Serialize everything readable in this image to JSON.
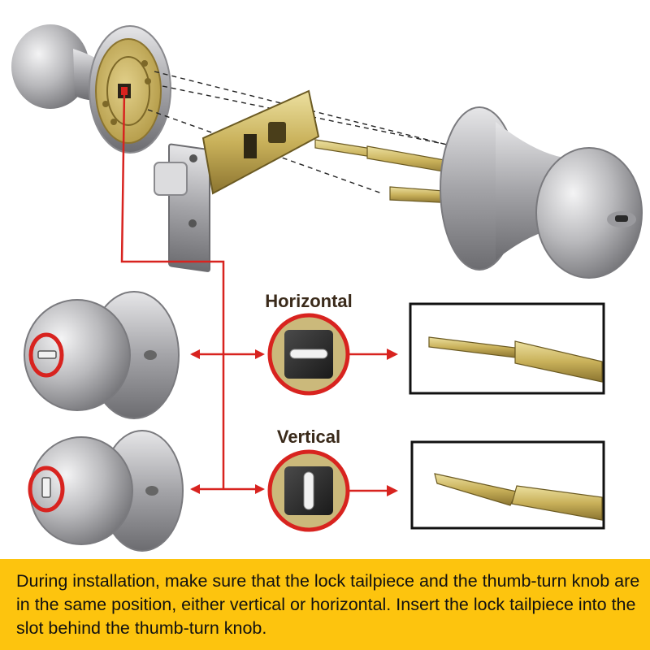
{
  "labels": {
    "horizontal": "Horizontal",
    "vertical": "Vertical"
  },
  "caption": "During installation, make sure that the lock tailpiece and the thumb-turn knob are in the same position, either vertical or horizontal. Insert the lock tailpiece into the slot behind the thumb-turn knob.",
  "colors": {
    "accent_red": "#d8231f",
    "caption_bg": "#fdc40e",
    "brass": "#c9b15a",
    "steel": "#c8c8ca"
  },
  "icons": {
    "tailpiece_slot_horizontal": "slot-horizontal-icon",
    "tailpiece_slot_vertical": "slot-vertical-icon"
  }
}
